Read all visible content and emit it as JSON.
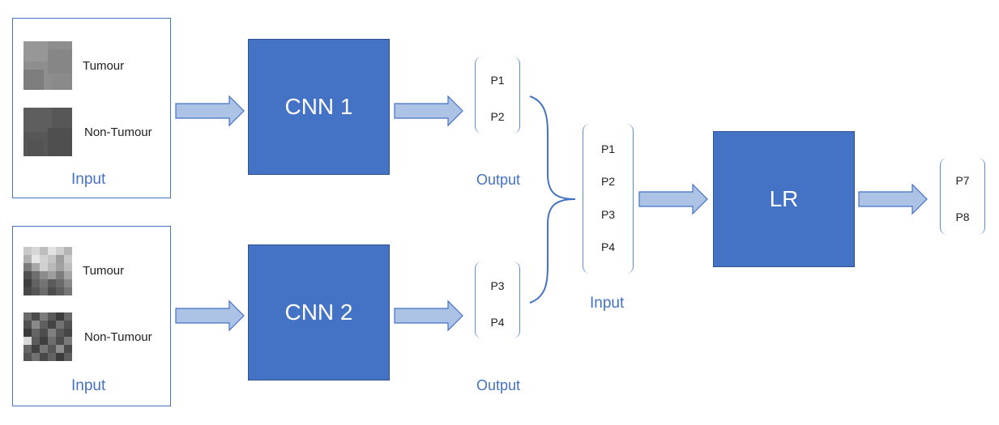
{
  "pipelines": [
    {
      "input": {
        "items": [
          "Tumour",
          "Non-Tumour"
        ],
        "caption": "Input"
      },
      "model": "CNN 1",
      "output": {
        "items": [
          "P1",
          "P2"
        ],
        "caption": "Output"
      }
    },
    {
      "input": {
        "items": [
          "Tumour",
          "Non-Tumour"
        ],
        "caption": "Input"
      },
      "model": "CNN 2",
      "output": {
        "items": [
          "P3",
          "P4"
        ],
        "caption": "Output"
      }
    }
  ],
  "combined": {
    "items": [
      "P1",
      "P2",
      "P3",
      "P4"
    ],
    "caption": "Input"
  },
  "final_model": "LR",
  "final_output": {
    "items": [
      "P7",
      "P8"
    ]
  },
  "colors": {
    "accent": "#4472c4",
    "arrow_fill": "#adc3e6",
    "arrow_stroke": "#4472c4"
  }
}
